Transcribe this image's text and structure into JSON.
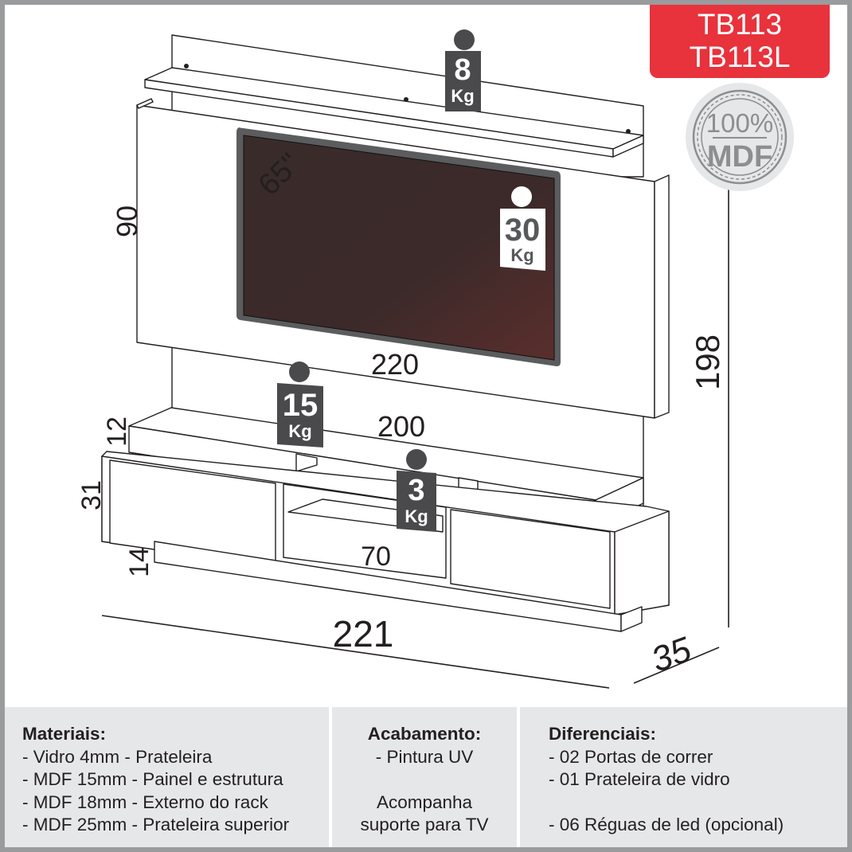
{
  "badge": {
    "models": [
      "TB113",
      "TB113L"
    ],
    "color": "#e8323c"
  },
  "seal": {
    "percent": "100%",
    "material": "MDF"
  },
  "diagram": {
    "tv_size": "65\"",
    "dimensions": {
      "panel_height": "90",
      "total_height": "198",
      "panel_width": "220",
      "shelf_width": "200",
      "shelf_height": "12",
      "rack_height": "31",
      "base_height": "14",
      "niche_width": "70",
      "total_width": "221",
      "depth": "35"
    },
    "weight_tags": [
      {
        "value": "8",
        "unit": "Kg",
        "location": "top-shelf"
      },
      {
        "value": "30",
        "unit": "Kg",
        "location": "tv"
      },
      {
        "value": "15",
        "unit": "Kg",
        "location": "upper-rack-shelf"
      },
      {
        "value": "3",
        "unit": "Kg",
        "location": "glass-shelf"
      }
    ]
  },
  "info": {
    "materials": {
      "title": "Materiais:",
      "items": [
        "- Vidro 4mm - Prateleira",
        "- MDF 15mm - Painel e estrutura",
        "- MDF 18mm - Externo do rack",
        "- MDF 25mm - Prateleira superior"
      ]
    },
    "finish": {
      "title": "Acabamento:",
      "items": [
        "- Pintura UV"
      ],
      "note": [
        "Acompanha",
        "suporte para TV"
      ]
    },
    "features": {
      "title": "Diferenciais:",
      "items": [
        "- 02 Portas de correr",
        "- 01 Prateleira de vidro",
        "- 06 Réguas de led (opcional)"
      ]
    }
  }
}
